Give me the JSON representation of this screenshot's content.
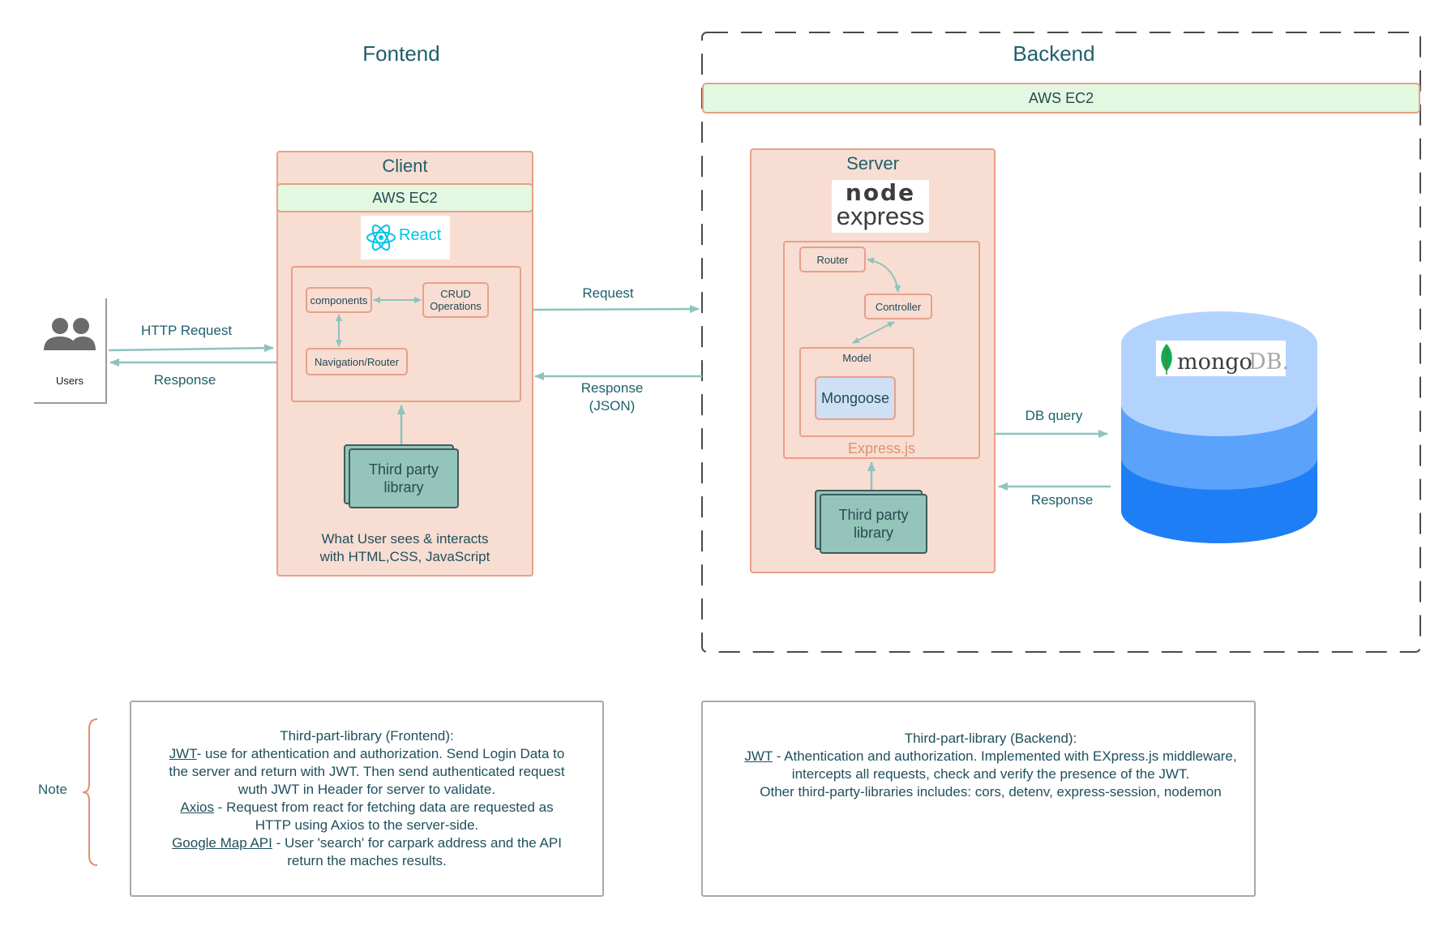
{
  "frontend": {
    "title": "Fontend",
    "client": {
      "title": "Client",
      "ec2": "AWS EC2",
      "react_logo": "React",
      "components": "components",
      "crud": "CRUD Operations",
      "nav": "Navigation/Router",
      "third_party": "Third party library",
      "caption_line1": "What User sees & interacts",
      "caption_line2": "with HTML,CSS, JavaScript"
    }
  },
  "backend": {
    "title": "Backend",
    "ec2": "AWS EC2",
    "server": {
      "title": "Server",
      "node_logo": "node",
      "express_logo": "express",
      "router": "Router",
      "controller": "Controller",
      "model": "Model",
      "mongoose": "Mongoose",
      "expressjs": "Express.js",
      "third_party": "Third party library"
    },
    "db_logo_mongo": "mongo",
    "db_logo_db": "DB."
  },
  "users": {
    "label": "Users",
    "icon": "users-icon"
  },
  "arrows": {
    "http_request": "HTTP Request",
    "response_users": "Response",
    "request": "Request",
    "response_json_line1": "Response",
    "response_json_line2": "(JSON)",
    "db_query": "DB query",
    "db_response": "Response"
  },
  "notes": {
    "label": "Note",
    "frontend": {
      "heading": "Third-part-library (Frontend):",
      "jwt": "JWT",
      "jwt_line1": "- use for athentication and authorization. Send Login Data to",
      "jwt_line2": "the server and return with JWT. Then send authenticated request",
      "jwt_line3": "wuth JWT in Header for server to validate.",
      "axios": "Axios",
      "axios_line1": " - Request from react for fetching data are requested as",
      "axios_line2": "HTTP using Axios to the server-side.",
      "gmap": "Google Map API",
      "gmap_line1": " - User 'search' for carpark address and the API",
      "gmap_line2": "return the maches results."
    },
    "backend": {
      "heading": "Third-part-library (Backend):",
      "jwt": "JWT",
      "jwt_line1": " - Athentication and authorization. Implemented with EXpress.js middleware,",
      "jwt_line2": "intercepts all requests, check and verify the presence of the JWT.",
      "others": "Other third-party-libraries includes: cors, detenv, express-session, nodemon"
    }
  },
  "colors": {
    "salmon_fill": "#f8ddd3",
    "salmon_border": "#e8a088",
    "ec2_fill": "#e3f8e0",
    "teal_fill": "#95c4bb",
    "arrow": "#8ec3bf",
    "text": "#1f5f6b",
    "db_top": "#b3d3ff",
    "db_mid": "#5aa2fa",
    "db_bottom": "#1e7ef5"
  }
}
